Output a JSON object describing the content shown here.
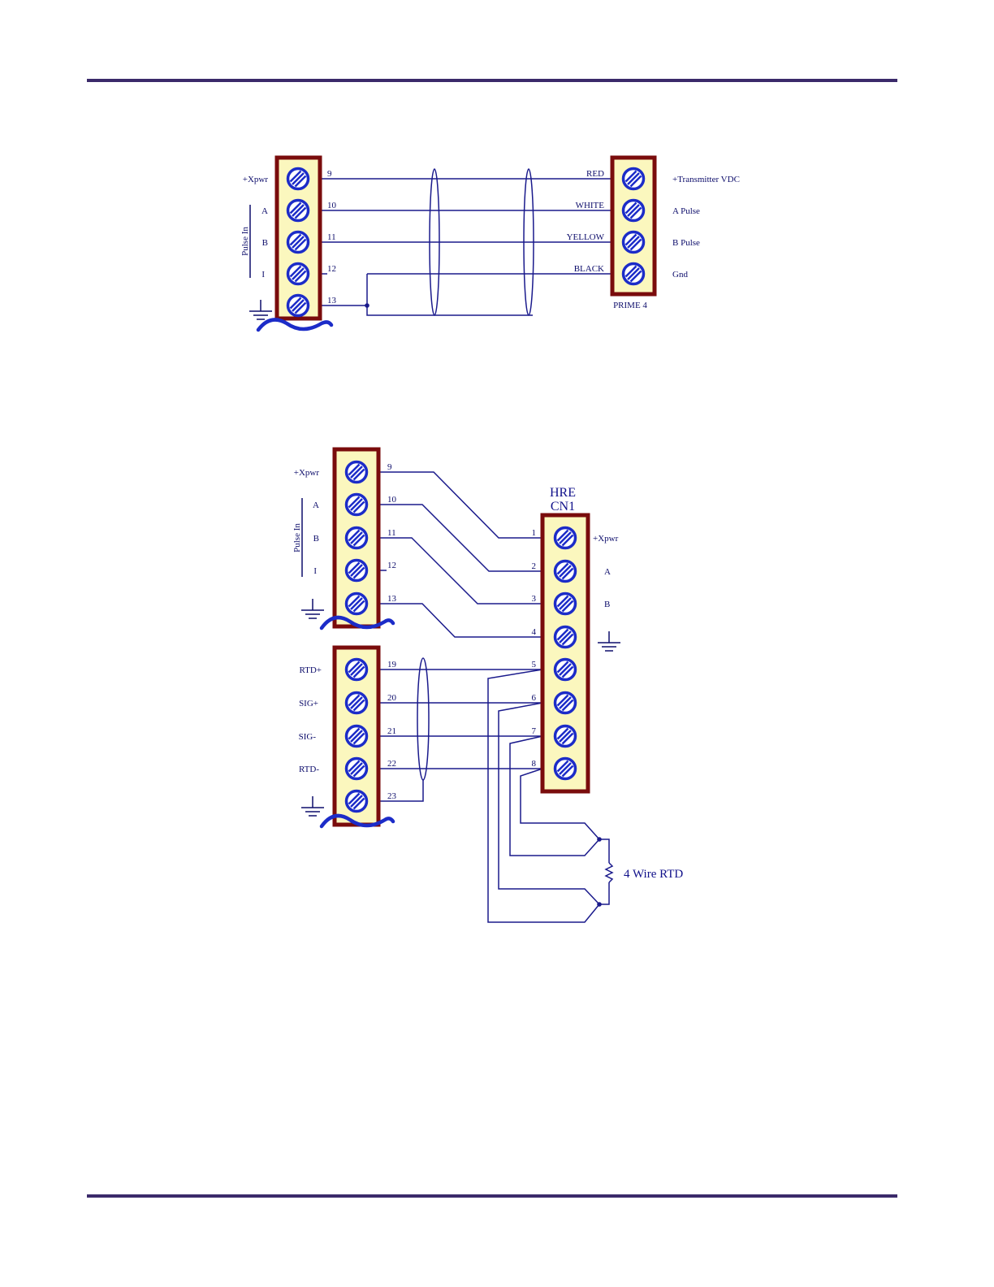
{
  "diagram1": {
    "left_labels": [
      "+Xpwr",
      "A",
      "B",
      "I"
    ],
    "group_label": "Pulse In",
    "terminals": [
      "9",
      "10",
      "11",
      "12",
      "13"
    ],
    "wire_colors": [
      "RED",
      "WHITE",
      "YELLOW",
      "BLACK"
    ],
    "right_labels": [
      "+Transmitter VDC",
      "A Pulse",
      "B Pulse",
      "Gnd"
    ],
    "device_name": "PRIME 4"
  },
  "diagram2": {
    "left_labels_top": [
      "+Xpwr",
      "A",
      "B",
      "I"
    ],
    "group_label": "Pulse In",
    "terminals_top": [
      "9",
      "10",
      "11",
      "12",
      "13"
    ],
    "left_labels_bottom": [
      "RTD+",
      "SIG+",
      "SIG-",
      "RTD-"
    ],
    "terminals_bottom": [
      "19",
      "20",
      "21",
      "22",
      "23"
    ],
    "device_title_1": "HRE",
    "device_title_2": "CN1",
    "device_terminals": [
      "1",
      "2",
      "3",
      "4",
      "5",
      "6",
      "7",
      "8"
    ],
    "device_labels": [
      "+Xpwr",
      "A",
      "B"
    ],
    "rtd_label": "4 Wire RTD"
  },
  "colors": {
    "rule": "#3b2a6a",
    "block_border": "#7a0c0c",
    "block_fill": "#fbf7be",
    "screw": "#1c2cc8",
    "wire": "#1a1a8c"
  }
}
